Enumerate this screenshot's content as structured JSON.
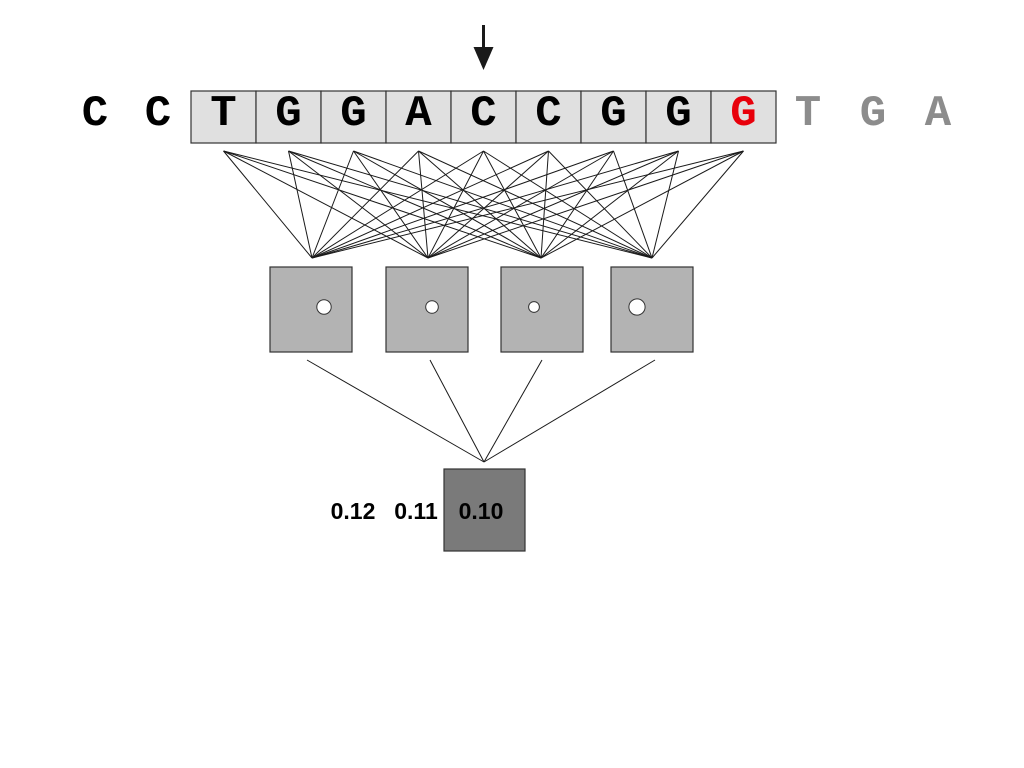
{
  "sequence": {
    "left_flank": [
      {
        "letter": "C",
        "color": "#000000"
      },
      {
        "letter": "C",
        "color": "#000000"
      }
    ],
    "window": [
      {
        "letter": "T",
        "color": "#000000"
      },
      {
        "letter": "G",
        "color": "#000000"
      },
      {
        "letter": "G",
        "color": "#000000"
      },
      {
        "letter": "A",
        "color": "#000000"
      },
      {
        "letter": "C",
        "color": "#000000"
      },
      {
        "letter": "C",
        "color": "#000000"
      },
      {
        "letter": "G",
        "color": "#000000"
      },
      {
        "letter": "G",
        "color": "#000000"
      },
      {
        "letter": "G",
        "color": "#e8000b"
      }
    ],
    "right_flank": [
      {
        "letter": "T",
        "color": "#8c8c8c"
      },
      {
        "letter": "G",
        "color": "#8c8c8c"
      },
      {
        "letter": "A",
        "color": "#8c8c8c"
      }
    ],
    "arrow_target_index": 4
  },
  "hidden_layer": {
    "units": [
      {
        "activation": 0.7
      },
      {
        "activation": 0.55
      },
      {
        "activation": 0.4
      },
      {
        "activation": 0.85
      }
    ]
  },
  "output": {
    "current_value": "0.10",
    "previous_values": [
      "0.12",
      "0.11"
    ]
  },
  "colors": {
    "window_cell_fill": "#e0e0e0",
    "hidden_unit_fill": "#b3b3b3",
    "output_unit_fill": "#7a7a7a",
    "line": "#1a1a1a",
    "highlight": "#e8000b",
    "future_text": "#8c8c8c"
  }
}
